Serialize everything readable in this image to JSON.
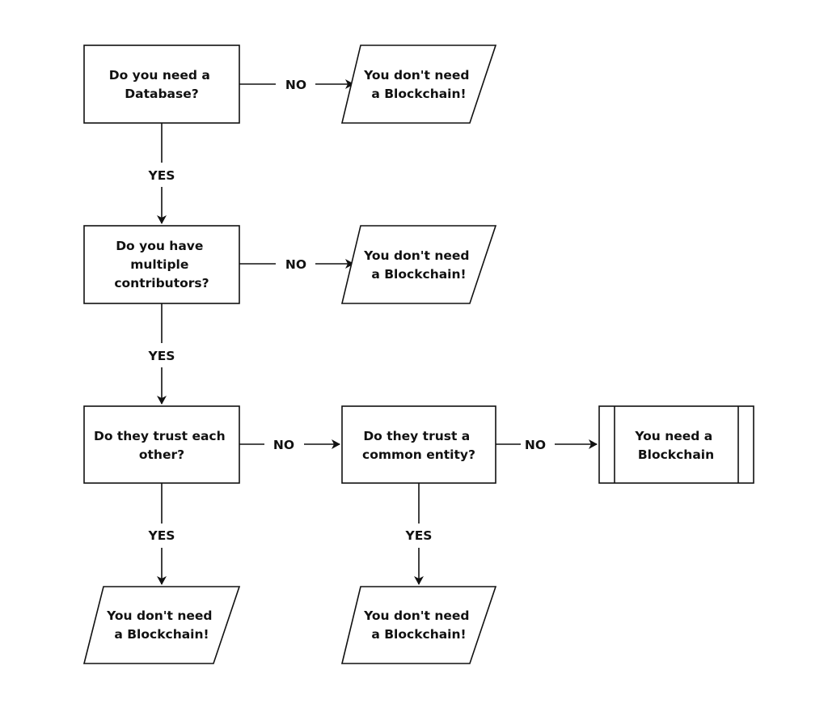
{
  "diagram": {
    "nodes": {
      "q_database": {
        "lines": [
          "Do you need a",
          "Database?"
        ]
      },
      "r_no_db": {
        "lines": [
          "You don't need",
          "a Blockchain!"
        ]
      },
      "q_contributors": {
        "lines": [
          "Do you have",
          "multiple",
          "contributors?"
        ]
      },
      "r_no_contrib": {
        "lines": [
          "You don't need",
          "a Blockchain!"
        ]
      },
      "q_trust_each": {
        "lines": [
          "Do they trust each",
          "other?"
        ]
      },
      "q_trust_common": {
        "lines": [
          "Do they trust a",
          "common entity?"
        ]
      },
      "r_need": {
        "lines": [
          "You need a",
          "Blockchain"
        ]
      },
      "r_trust_each": {
        "lines": [
          "You don't need",
          "a Blockchain!"
        ]
      },
      "r_trust_common": {
        "lines": [
          "You don't need",
          "a Blockchain!"
        ]
      }
    },
    "edges": {
      "db_no": "NO",
      "db_yes": "YES",
      "contrib_no": "NO",
      "contrib_yes": "YES",
      "each_no": "NO",
      "each_yes": "YES",
      "common_no": "NO",
      "common_yes": "YES"
    },
    "colors": {
      "stroke": "#111111",
      "fill": "#ffffff",
      "text": "#111111"
    }
  }
}
